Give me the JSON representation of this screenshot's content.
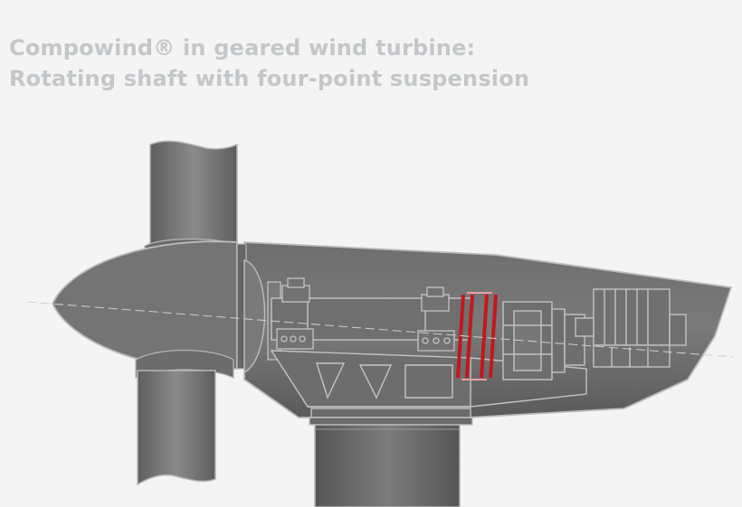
{
  "title": {
    "line1": "Compowind® in geared wind turbine:",
    "line2": "Rotating shaft with four-point suspension"
  },
  "colors": {
    "background": "#f4f4f4",
    "title_text": "#c4c7c9",
    "body_fill": "#707070",
    "outline": "#b8b8b8",
    "coupling_highlight": "#c0181e"
  },
  "parts": [
    "blade-top",
    "blade-bottom",
    "spinner",
    "nacelle",
    "tower",
    "main-shaft",
    "main-bearing",
    "main-frame",
    "compowind-coupling",
    "gearbox",
    "generator"
  ]
}
